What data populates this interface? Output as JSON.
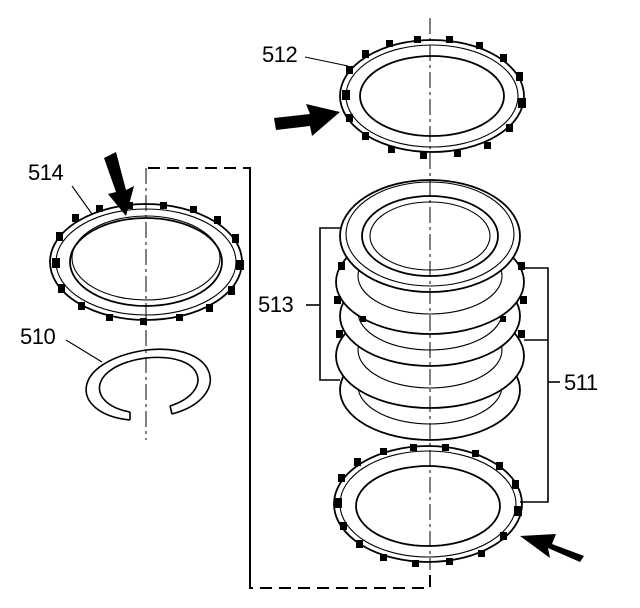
{
  "diagram": {
    "callouts": {
      "c512": "512",
      "c514": "514",
      "c510": "510",
      "c513": "513",
      "c511": "511"
    }
  }
}
